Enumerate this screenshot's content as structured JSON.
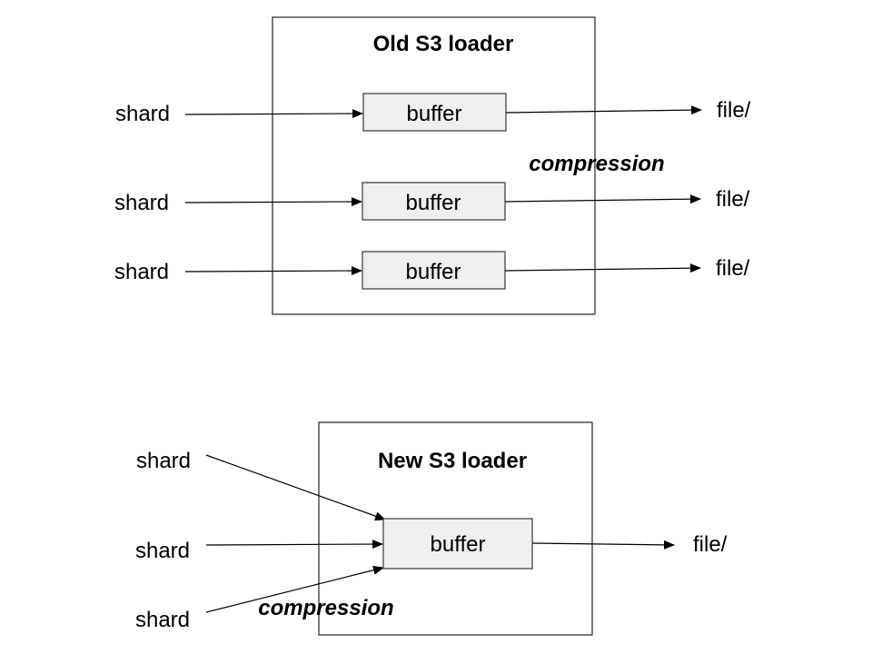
{
  "old_loader": {
    "title": "Old S3 loader",
    "inputs": [
      "shard",
      "shard",
      "shard"
    ],
    "buffers": [
      "buffer",
      "buffer",
      "buffer"
    ],
    "outputs": [
      "file/",
      "file/",
      "file/"
    ],
    "compression_label": "compression"
  },
  "new_loader": {
    "title": "New S3 loader",
    "inputs": [
      "shard",
      "shard",
      "shard"
    ],
    "buffer": "buffer",
    "output": "file/",
    "compression_label": "compression"
  }
}
